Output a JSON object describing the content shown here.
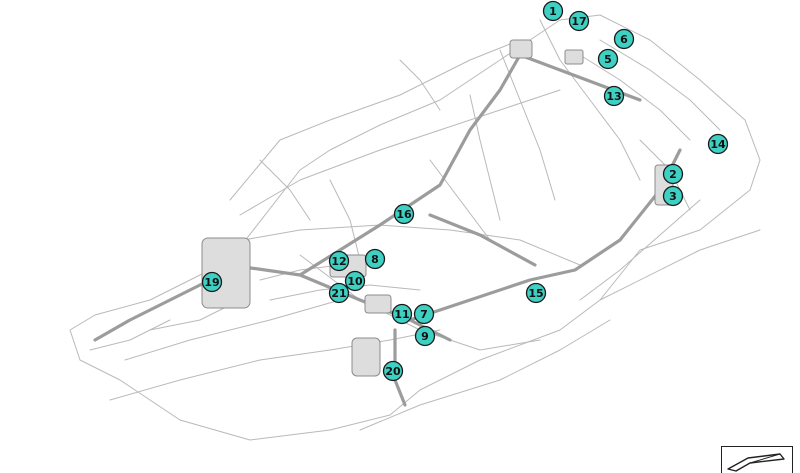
{
  "diagram": {
    "callout_fill": "#3fd0c4",
    "callout_stroke": "#1a1a1a",
    "wire_color": "#b9b9b9",
    "callouts": [
      {
        "id": "1",
        "label": "1"
      },
      {
        "id": "2",
        "label": "2"
      },
      {
        "id": "3",
        "label": "3"
      },
      {
        "id": "5",
        "label": "5"
      },
      {
        "id": "6",
        "label": "6"
      },
      {
        "id": "7",
        "label": "7"
      },
      {
        "id": "8",
        "label": "8"
      },
      {
        "id": "9",
        "label": "9"
      },
      {
        "id": "10",
        "label": "10"
      },
      {
        "id": "11",
        "label": "11"
      },
      {
        "id": "12",
        "label": "12"
      },
      {
        "id": "13",
        "label": "13"
      },
      {
        "id": "14",
        "label": "14"
      },
      {
        "id": "15",
        "label": "15"
      },
      {
        "id": "16",
        "label": "16"
      },
      {
        "id": "17",
        "label": "17"
      },
      {
        "id": "19",
        "label": "19"
      },
      {
        "id": "20",
        "label": "20"
      },
      {
        "id": "21",
        "label": "21"
      }
    ]
  }
}
